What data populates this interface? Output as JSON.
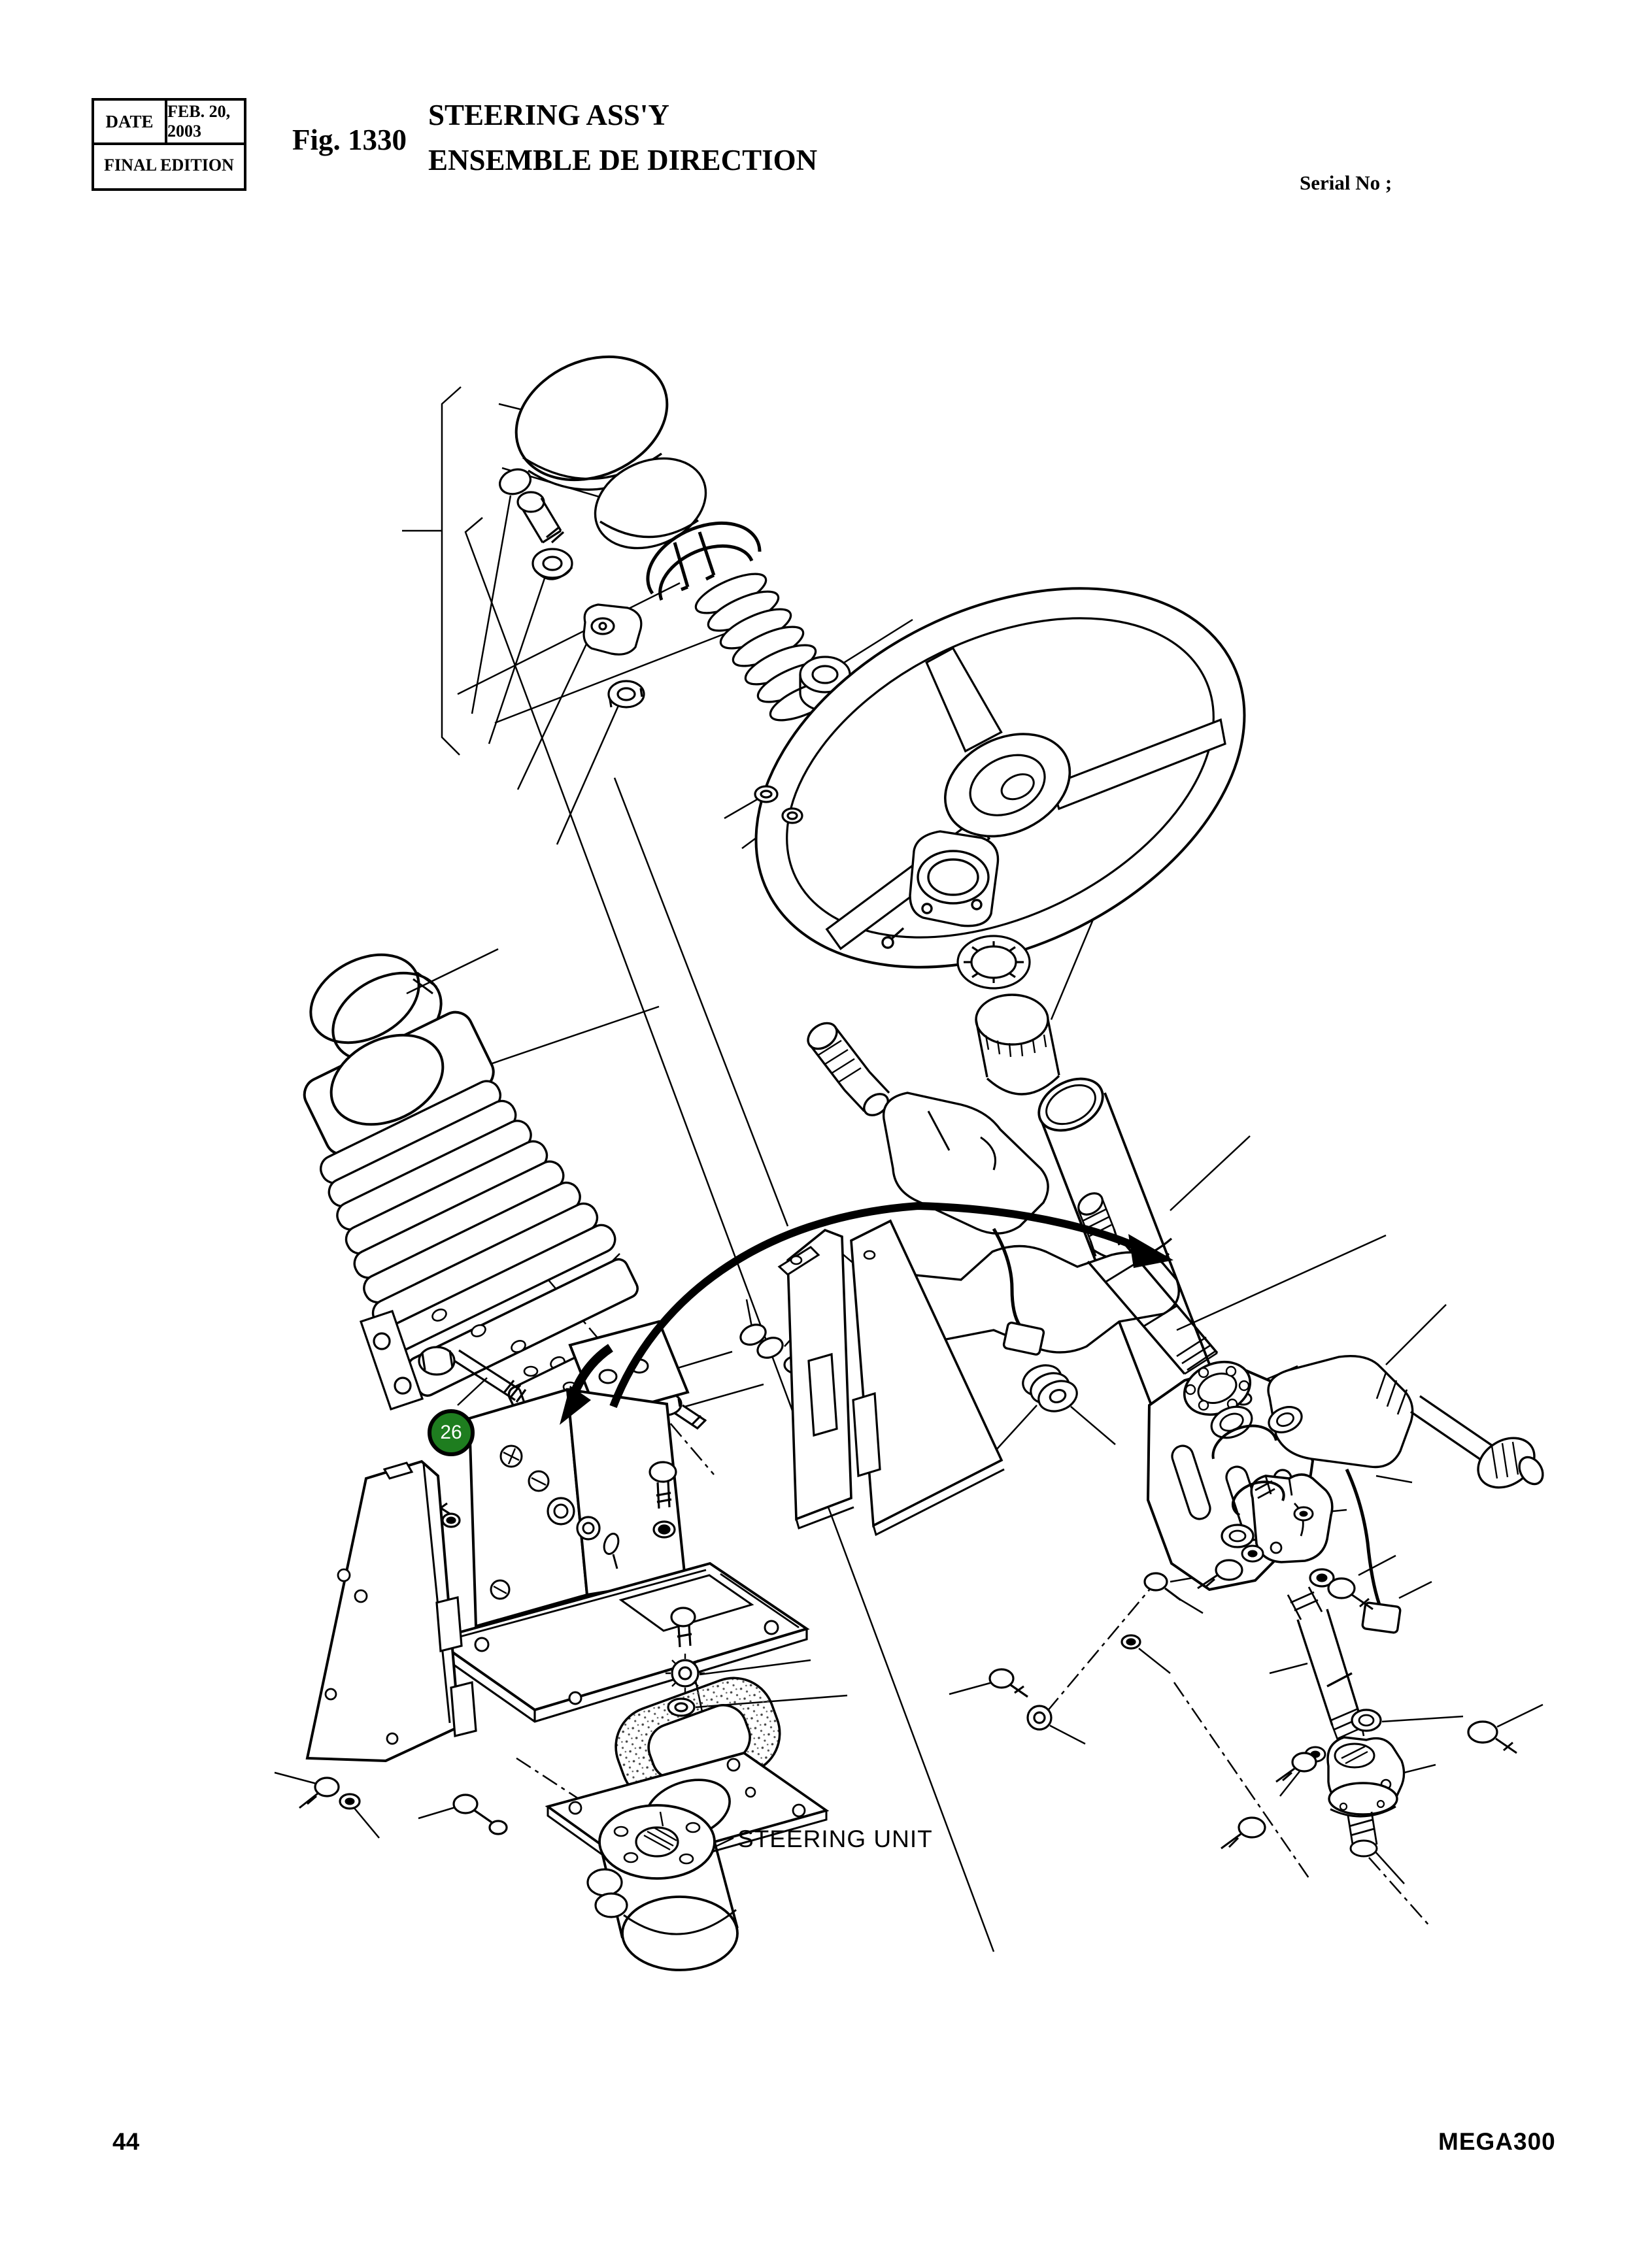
{
  "header": {
    "table": {
      "date_label": "DATE",
      "date_value": "FEB. 20, 2003",
      "edition": "FINAL EDITION"
    },
    "figure_label": "Fig. 1330",
    "title_en": "STEERING ASS'Y",
    "title_fr": "ENSEMBLE DE DIRECTION",
    "serial_label": "Serial No ;"
  },
  "diagram": {
    "callout": {
      "number": "26",
      "fill_color": "#1e7d1f",
      "text_color": "#ffffff"
    },
    "steering_unit_label": "STEERING UNIT",
    "ink_color": "#000000"
  },
  "footer": {
    "page_number": "44",
    "model_code": "MEGA300"
  }
}
